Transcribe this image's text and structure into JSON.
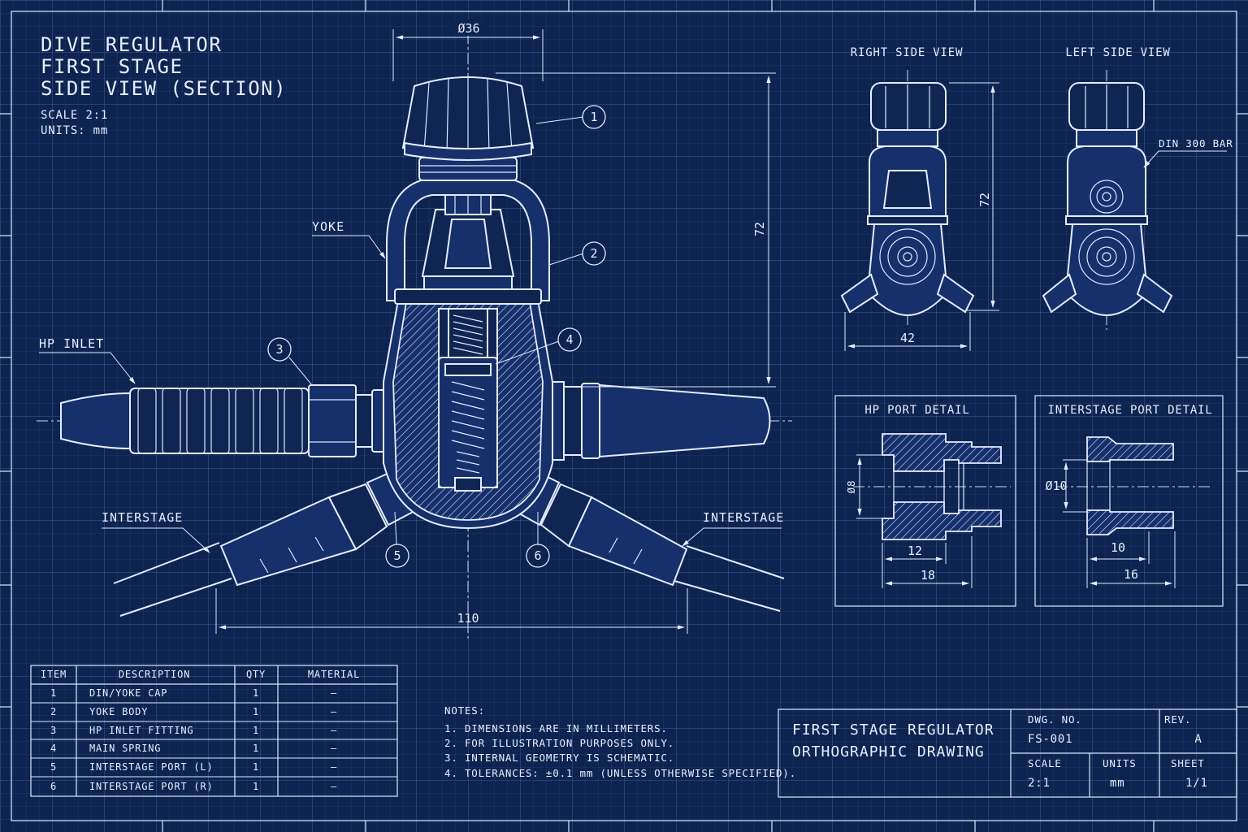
{
  "title": {
    "line1": "DIVE REGULATOR",
    "line2": "FIRST STAGE",
    "line3": "SIDE VIEW (SECTION)",
    "scale": "SCALE 2:1",
    "units": "UNITS: mm"
  },
  "labels": {
    "yoke": "YOKE",
    "hp_inlet": "HP INLET",
    "interstage_left": "INTERSTAGE",
    "interstage_right": "INTERSTAGE",
    "din": "DIN 300 BAR"
  },
  "callouts": [
    "1",
    "2",
    "3",
    "4",
    "5",
    "6"
  ],
  "dimensions": {
    "cap_dia": "Ø36",
    "height": "72",
    "width": "110",
    "side_height": "72",
    "side_width": "42",
    "hp_dia": "Ø8",
    "hp_inner": "12",
    "hp_outer": "18",
    "is_dia": "Ø10",
    "is_inner": "10",
    "is_outer": "16"
  },
  "views": {
    "right_side": "RIGHT SIDE VIEW",
    "left_side": "LEFT SIDE VIEW",
    "hp_detail": "HP PORT DETAIL",
    "is_detail": "INTERSTAGE PORT DETAIL"
  },
  "bom": {
    "headers": [
      "ITEM",
      "DESCRIPTION",
      "QTY",
      "MATERIAL"
    ],
    "rows": [
      [
        "1",
        "DIN/YOKE CAP",
        "1",
        "—"
      ],
      [
        "2",
        "YOKE BODY",
        "1",
        "—"
      ],
      [
        "3",
        "HP INLET FITTING",
        "1",
        "—"
      ],
      [
        "4",
        "MAIN SPRING",
        "1",
        "—"
      ],
      [
        "5",
        "INTERSTAGE PORT (L)",
        "1",
        "—"
      ],
      [
        "6",
        "INTERSTAGE PORT (R)",
        "1",
        "—"
      ]
    ]
  },
  "notes": {
    "heading": "NOTES:",
    "items": [
      "1. DIMENSIONS ARE IN MILLIMETERS.",
      "2. FOR ILLUSTRATION PURPOSES ONLY.",
      "3. INTERNAL GEOMETRY IS SCHEMATIC.",
      "4. TOLERANCES: ±0.1 mm (UNLESS OTHERWISE SPECIFIED)."
    ]
  },
  "title_block": {
    "name1": "FIRST STAGE REGULATOR",
    "name2": "ORTHOGRAPHIC DRAWING",
    "dwg_label": "DWG. NO.",
    "dwg_value": "FS-001",
    "rev_label": "REV.",
    "rev_value": "A",
    "scale_label": "SCALE",
    "scale_value": "2:1",
    "units_label": "UNITS",
    "units_value": "mm",
    "sheet_label": "SHEET",
    "sheet_value": "1/1"
  },
  "colors": {
    "background": "#0e2450",
    "line": "#e4ecff"
  }
}
